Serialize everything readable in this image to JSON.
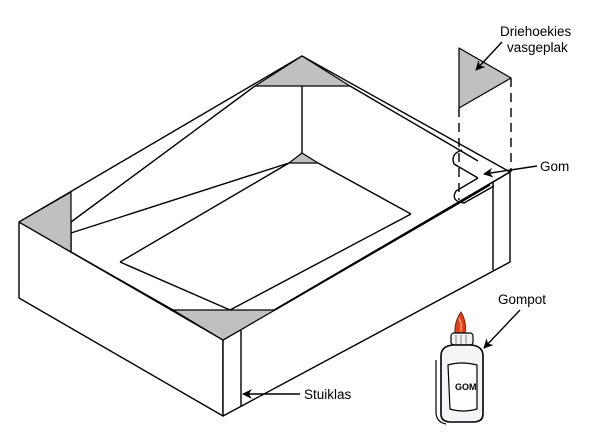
{
  "diagram": {
    "labels": {
      "triangles": [
        "Driehoekies",
        "vasgeplak"
      ],
      "glue": "Gom",
      "glue_bottle": "Gompot",
      "butt_joint": "Stuiklas"
    },
    "bottle_label": "GOM",
    "colors": {
      "triangle_fill": "#c0c0c0",
      "line": "#000000",
      "nozzle": "#e0401a"
    }
  }
}
